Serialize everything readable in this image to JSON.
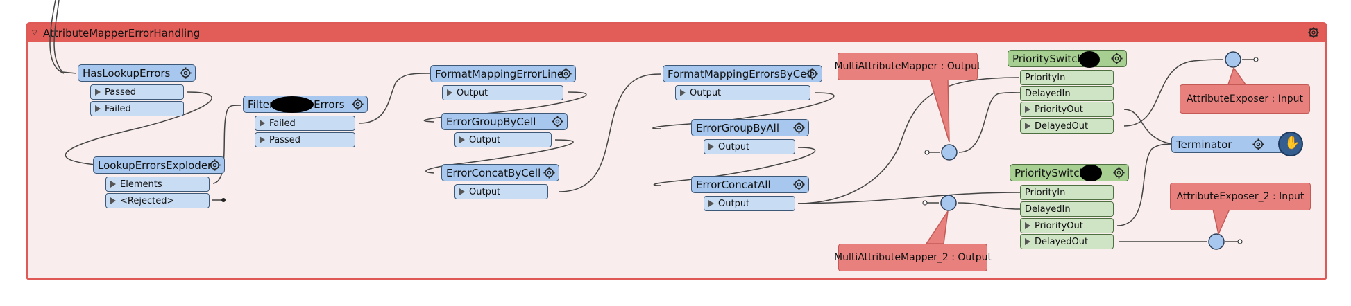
{
  "bookmark": {
    "title": "AttributeMapperErrorHandling"
  },
  "transformers": {
    "has_lookup_errors": {
      "title": "HasLookupErrors",
      "ports": [
        "Passed",
        "Failed"
      ]
    },
    "lookup_errors_exploder": {
      "title": "LookupErrorsExploder",
      "ports": [
        "Elements",
        "<Rejected>"
      ]
    },
    "filter_errors": {
      "title_start": "Filter",
      "title_end": "Errors",
      "ports": [
        "Failed",
        "Passed"
      ]
    },
    "format_mapping_error_line": {
      "title": "FormatMappingErrorLine",
      "ports": [
        "Output"
      ]
    },
    "error_group_by_cell": {
      "title": "ErrorGroupByCell",
      "ports": [
        "Output"
      ]
    },
    "error_concat_by_cell": {
      "title": "ErrorConcatByCell",
      "ports": [
        "Output"
      ]
    },
    "format_mapping_errors_by_cell": {
      "title": "FormatMappingErrorsByCell",
      "ports": [
        "Output"
      ]
    },
    "error_group_by_all": {
      "title": "ErrorGroupByAll",
      "ports": [
        "Output"
      ]
    },
    "error_concat_all": {
      "title": "ErrorConcatAll",
      "ports": [
        "Output"
      ]
    },
    "priority_switch_1": {
      "title": "PrioritySwitch",
      "inputs": [
        "PriorityIn",
        "DelayedIn"
      ],
      "outputs": [
        "PriorityOut",
        "DelayedOut"
      ]
    },
    "priority_switch_2": {
      "title": "PrioritySwitch",
      "inputs": [
        "PriorityIn",
        "DelayedIn"
      ],
      "outputs": [
        "PriorityOut",
        "DelayedOut"
      ]
    },
    "terminator": {
      "title": "Terminator"
    }
  },
  "annotations": {
    "multi_attribute_mapper_output": "MultiAttributeMapper : Output",
    "multi_attribute_mapper_2_output": "MultiAttributeMapper_2 : Output",
    "attribute_exposer_input": "AttributeExposer : Input",
    "attribute_exposer_2_input": "AttributeExposer_2 : Input"
  },
  "colors": {
    "bookmark_header": "#e35d58",
    "bookmark_body": "#f9eded",
    "transformer_blue": "#a7c7ee",
    "transformer_green": "#a6cf91",
    "annotation_red": "#e8817d"
  }
}
